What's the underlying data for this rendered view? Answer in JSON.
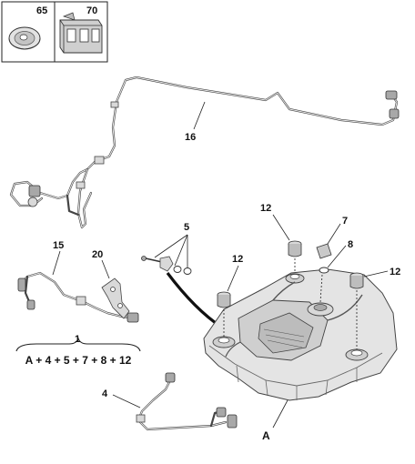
{
  "inset": {
    "left_ref": "65",
    "right_ref": "70"
  },
  "callouts": {
    "fuel_line": "16",
    "breather_pipe": "15",
    "bracket": "20",
    "kit_items": "5",
    "seal_ring": "7",
    "o_ring": "8",
    "grommet_top": "12",
    "grommet_left": "12",
    "grommet_right": "12",
    "harness": "4",
    "tank": "A",
    "assembly": "1"
  },
  "assembly_formula": "A + 4 + 5 + 7 + 8 + 12"
}
